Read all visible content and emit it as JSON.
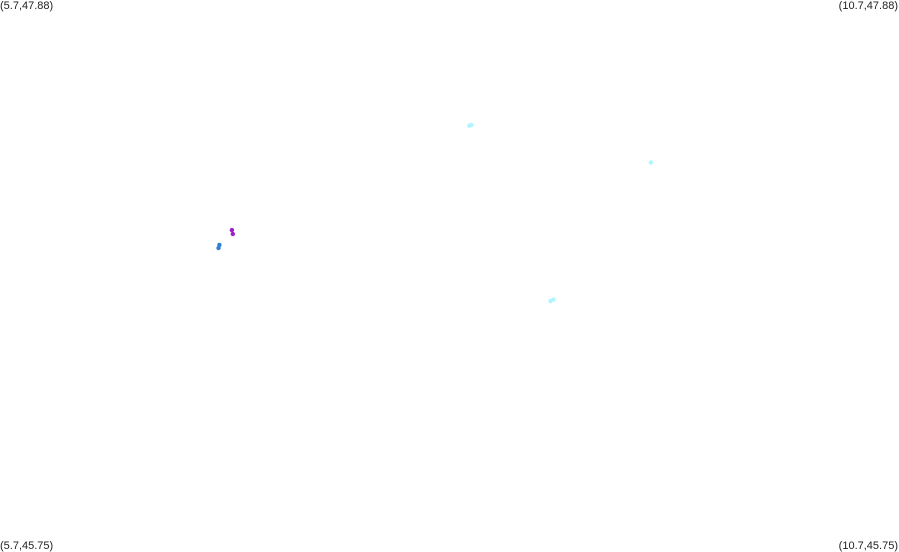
{
  "corners": {
    "top_left": "(5.7,47.88)",
    "top_right": "(10.7,47.88)",
    "bottom_left": "(5.7,45.75)",
    "bottom_right": "(10.7,45.75)"
  },
  "bounds": {
    "lon_min": 5.7,
    "lon_max": 10.7,
    "lat_min": 45.75,
    "lat_max": 47.88
  },
  "points": [
    {
      "lon": 8.31,
      "lat": 47.395,
      "color": "#aef5ff"
    },
    {
      "lon": 8.322,
      "lat": 47.398,
      "color": "#aef5ff"
    },
    {
      "lon": 9.32,
      "lat": 47.253,
      "color": "#aef5ff"
    },
    {
      "lon": 6.99,
      "lat": 46.992,
      "color": "#9b1ed0"
    },
    {
      "lon": 6.995,
      "lat": 46.977,
      "color": "#9b1ed0"
    },
    {
      "lon": 6.92,
      "lat": 46.935,
      "color": "#2e7fd6"
    },
    {
      "lon": 6.915,
      "lat": 46.923,
      "color": "#2e7fd6"
    },
    {
      "lon": 8.762,
      "lat": 46.718,
      "color": "#aef5ff"
    },
    {
      "lon": 8.778,
      "lat": 46.724,
      "color": "#aef5ff"
    }
  ]
}
